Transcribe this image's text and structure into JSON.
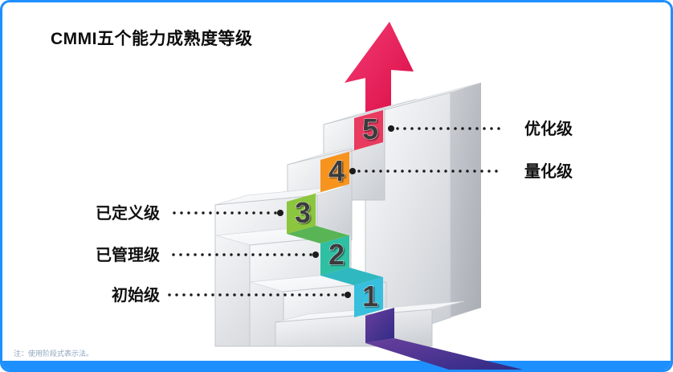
{
  "slide": {
    "title": "CMMI五个能力成熟度等级",
    "footnote": "注：使用阶段式表示法。",
    "levels": [
      {
        "num": "1",
        "label": "初始级",
        "side": "left",
        "color": "#38bfdd"
      },
      {
        "num": "2",
        "label": "已管理级",
        "side": "left",
        "color": "#2fc0a4"
      },
      {
        "num": "3",
        "label": "已定义级",
        "side": "left",
        "color": "#8bc63e"
      },
      {
        "num": "4",
        "label": "量化级",
        "side": "right",
        "color": "#f7941e"
      },
      {
        "num": "5",
        "label": "优化级",
        "side": "right",
        "color": "#e93a5f"
      }
    ],
    "colors": {
      "border": "#1e8fff",
      "bottom_bar": "#1e8fff",
      "arrow": "#e5175a",
      "ribbon_base": "#4a2f8e"
    }
  }
}
